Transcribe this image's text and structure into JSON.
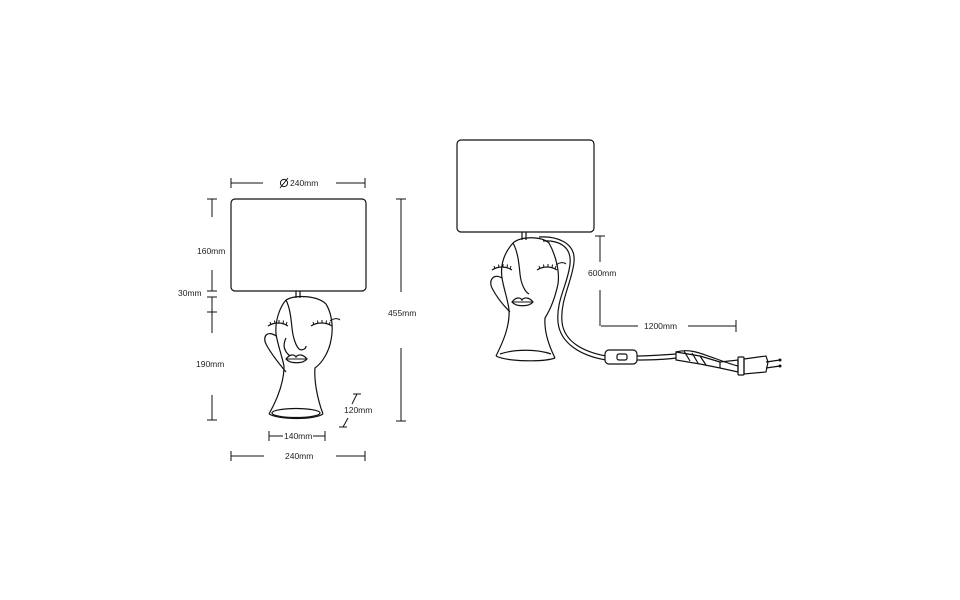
{
  "colors": {
    "line": "#111111",
    "background": "#ffffff"
  },
  "front_view": {
    "shade_diameter": "240mm",
    "shade_height": "160mm",
    "neck_height": "30mm",
    "base_height": "190mm",
    "total_height": "455mm",
    "bottom_depth": "120mm",
    "bottom_width": "140mm",
    "total_width": "240mm"
  },
  "side_view": {
    "cable_vertical": "600mm",
    "cable_length": "1200mm"
  }
}
